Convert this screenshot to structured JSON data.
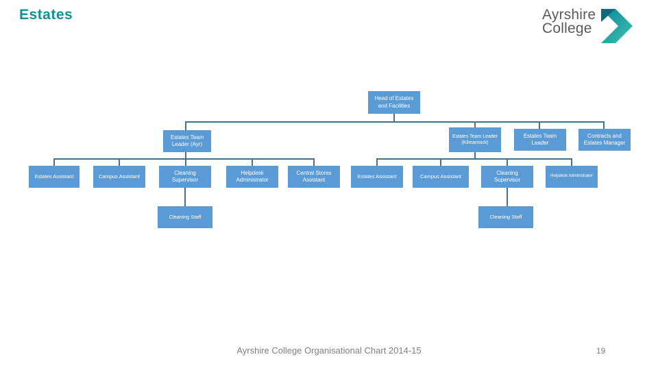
{
  "slide": {
    "title": "Estates",
    "footer": "Ayrshire College Organisational Chart 2014-15",
    "page_number": "19"
  },
  "logo": {
    "name": "Ayrshire College",
    "line1": "Ayrshire",
    "line2": "College",
    "icon": "chevron-right-icon",
    "text_color": "#58595B",
    "chevron_dark": "#0A6A7E",
    "chevron_gradient_start": "#0E86A0",
    "chevron_gradient_end": "#3FC1A8"
  },
  "colors": {
    "title_text": "#0F9296",
    "node_fill": "#5B9BD5",
    "node_text": "#FFFFFF",
    "connector": "#46708C",
    "footer_text": "#7F7F7F",
    "background": "#FFFFFF"
  },
  "org_chart": {
    "type": "org-hierarchy",
    "nodes": [
      {
        "id": "head",
        "label": "Head of Estates and Facilities",
        "reports_to": null
      },
      {
        "id": "etl-ayr",
        "label": "Estates Team Leader (Ayr)",
        "reports_to": "head"
      },
      {
        "id": "etl-kilmarnock",
        "label": "Estates Team Leader (Kilmarnock)",
        "reports_to": "head"
      },
      {
        "id": "etl",
        "label": "Estates Team Leader",
        "reports_to": "head"
      },
      {
        "id": "contracts-estates-manager",
        "label": "Contracts and Estates Manager",
        "reports_to": "head"
      },
      {
        "id": "estates-assistant-ayr",
        "label": "Estates Assistant",
        "reports_to": "etl-ayr"
      },
      {
        "id": "campus-assistant-ayr",
        "label": "Campus Assistant",
        "reports_to": "etl-ayr"
      },
      {
        "id": "cleaning-supervisor-ayr",
        "label": "Cleaning Supervisor",
        "reports_to": "etl-ayr"
      },
      {
        "id": "helpdesk-administrator-ayr",
        "label": "Helpdesk Administrator",
        "reports_to": "etl-ayr"
      },
      {
        "id": "central-stores-assistant",
        "label": "Central Stores Assistant",
        "reports_to": "etl-ayr"
      },
      {
        "id": "estates-assistant-kilmarnock",
        "label": "Estates Assistant",
        "reports_to": "etl-kilmarnock"
      },
      {
        "id": "campus-assistant-kilmarnock",
        "label": "Campus Assistant",
        "reports_to": "etl-kilmarnock"
      },
      {
        "id": "cleaning-supervisor-kilmarnock",
        "label": "Cleaning Supervisor",
        "reports_to": "etl-kilmarnock"
      },
      {
        "id": "helpdesk-administrator-kilmarnock",
        "label": "Helpdesk Administrator",
        "reports_to": "etl-kilmarnock"
      },
      {
        "id": "cleaning-staff-ayr",
        "label": "Cleaning Staff",
        "reports_to": "cleaning-supervisor-ayr"
      },
      {
        "id": "cleaning-staff-kilmarnock",
        "label": "Cleaning Staff",
        "reports_to": "cleaning-supervisor-kilmarnock"
      }
    ]
  }
}
